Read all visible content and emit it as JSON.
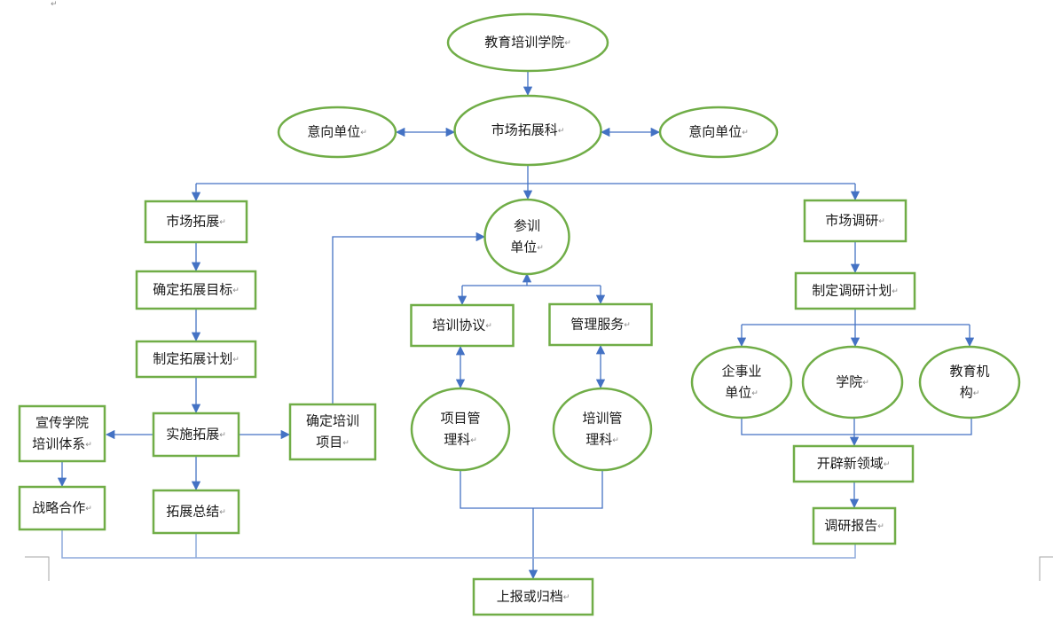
{
  "diagram": {
    "type": "flowchart",
    "paragraph_mark": "↵",
    "colors": {
      "node_border": "#70ad47",
      "edge": "#4472c4"
    },
    "nodes": [
      {
        "id": "jypx",
        "shape": "ellipse",
        "lines": [
          "教育培训学院"
        ]
      },
      {
        "id": "sctzk",
        "shape": "ellipse",
        "lines": [
          "市场拓展科"
        ]
      },
      {
        "id": "yxdw_l",
        "shape": "ellipse",
        "lines": [
          "意向单位"
        ]
      },
      {
        "id": "yxdw_r",
        "shape": "ellipse",
        "lines": [
          "意向单位"
        ]
      },
      {
        "id": "sctz",
        "shape": "rect",
        "lines": [
          "市场拓展"
        ]
      },
      {
        "id": "qdtzmb",
        "shape": "rect",
        "lines": [
          "确定拓展目标"
        ]
      },
      {
        "id": "zdtzjh",
        "shape": "rect",
        "lines": [
          "制定拓展计划"
        ]
      },
      {
        "id": "sstz",
        "shape": "rect",
        "lines": [
          "实施拓展"
        ]
      },
      {
        "id": "xcxy",
        "shape": "rect",
        "lines": [
          "宣传学院",
          "培训体系"
        ]
      },
      {
        "id": "zlhz",
        "shape": "rect",
        "lines": [
          "战略合作"
        ]
      },
      {
        "id": "tzzj",
        "shape": "rect",
        "lines": [
          "拓展总结"
        ]
      },
      {
        "id": "qdpxxm",
        "shape": "rect",
        "lines": [
          "确定培训",
          "项目"
        ]
      },
      {
        "id": "cxdw",
        "shape": "ellipse",
        "lines": [
          "参训",
          "单位"
        ]
      },
      {
        "id": "pxxy",
        "shape": "rect",
        "lines": [
          "培训协议"
        ]
      },
      {
        "id": "glfw",
        "shape": "rect",
        "lines": [
          "管理服务"
        ]
      },
      {
        "id": "xmglk",
        "shape": "ellipse",
        "lines": [
          "项目管",
          "理科"
        ]
      },
      {
        "id": "pxglk",
        "shape": "ellipse",
        "lines": [
          "培训管",
          "理科"
        ]
      },
      {
        "id": "scdy",
        "shape": "rect",
        "lines": [
          "市场调研"
        ]
      },
      {
        "id": "zddyjh",
        "shape": "rect",
        "lines": [
          "制定调研计划"
        ]
      },
      {
        "id": "qsydw",
        "shape": "ellipse",
        "lines": [
          "企事业",
          "单位"
        ]
      },
      {
        "id": "xy",
        "shape": "ellipse",
        "lines": [
          "学院"
        ]
      },
      {
        "id": "jyjg",
        "shape": "ellipse",
        "lines": [
          "教育机",
          "构"
        ]
      },
      {
        "id": "kpxly",
        "shape": "rect",
        "lines": [
          "开辟新领域"
        ]
      },
      {
        "id": "dybg",
        "shape": "rect",
        "lines": [
          "调研报告"
        ]
      },
      {
        "id": "sbgd",
        "shape": "rect",
        "lines": [
          "上报或归档"
        ]
      }
    ],
    "edges": [
      {
        "from": "教育培训学院",
        "to": "市场拓展科",
        "type": "arrow"
      },
      {
        "from": "市场拓展科",
        "to": "意向单位(左)",
        "type": "bidirectional"
      },
      {
        "from": "市场拓展科",
        "to": "意向单位(右)",
        "type": "bidirectional"
      },
      {
        "from": "市场拓展科",
        "to": "市场拓展",
        "type": "arrow"
      },
      {
        "from": "市场拓展科",
        "to": "参训单位",
        "type": "arrow"
      },
      {
        "from": "市场拓展科",
        "to": "市场调研",
        "type": "arrow"
      },
      {
        "from": "市场拓展",
        "to": "确定拓展目标",
        "type": "arrow"
      },
      {
        "from": "确定拓展目标",
        "to": "制定拓展计划",
        "type": "arrow"
      },
      {
        "from": "制定拓展计划",
        "to": "实施拓展",
        "type": "arrow"
      },
      {
        "from": "实施拓展",
        "to": "宣传学院培训体系",
        "type": "arrow"
      },
      {
        "from": "实施拓展",
        "to": "确定培训项目",
        "type": "arrow"
      },
      {
        "from": "实施拓展",
        "to": "拓展总结",
        "type": "arrow"
      },
      {
        "from": "宣传学院培训体系",
        "to": "战略合作",
        "type": "arrow"
      },
      {
        "from": "确定培训项目",
        "to": "参训单位",
        "type": "arrow"
      },
      {
        "from": "参训单位",
        "to": "培训协议",
        "type": "bidirectional"
      },
      {
        "from": "参训单位",
        "to": "管理服务",
        "type": "bidirectional"
      },
      {
        "from": "培训协议",
        "to": "项目管理科",
        "type": "bidirectional"
      },
      {
        "from": "管理服务",
        "to": "培训管理科",
        "type": "bidirectional"
      },
      {
        "from": "市场调研",
        "to": "制定调研计划",
        "type": "arrow"
      },
      {
        "from": "制定调研计划",
        "to": "企事业单位",
        "type": "arrow"
      },
      {
        "from": "制定调研计划",
        "to": "学院",
        "type": "arrow"
      },
      {
        "from": "制定调研计划",
        "to": "教育机构",
        "type": "arrow"
      },
      {
        "from": "企事业单位/学院/教育机构",
        "to": "开辟新领域",
        "type": "arrow"
      },
      {
        "from": "开辟新领域",
        "to": "调研报告",
        "type": "arrow"
      },
      {
        "from": "项目管理科/培训管理科",
        "to": "上报或归档",
        "type": "arrow"
      },
      {
        "from": "战略合作/拓展总结/调研报告",
        "to": "上报或归档",
        "type": "line"
      }
    ]
  }
}
